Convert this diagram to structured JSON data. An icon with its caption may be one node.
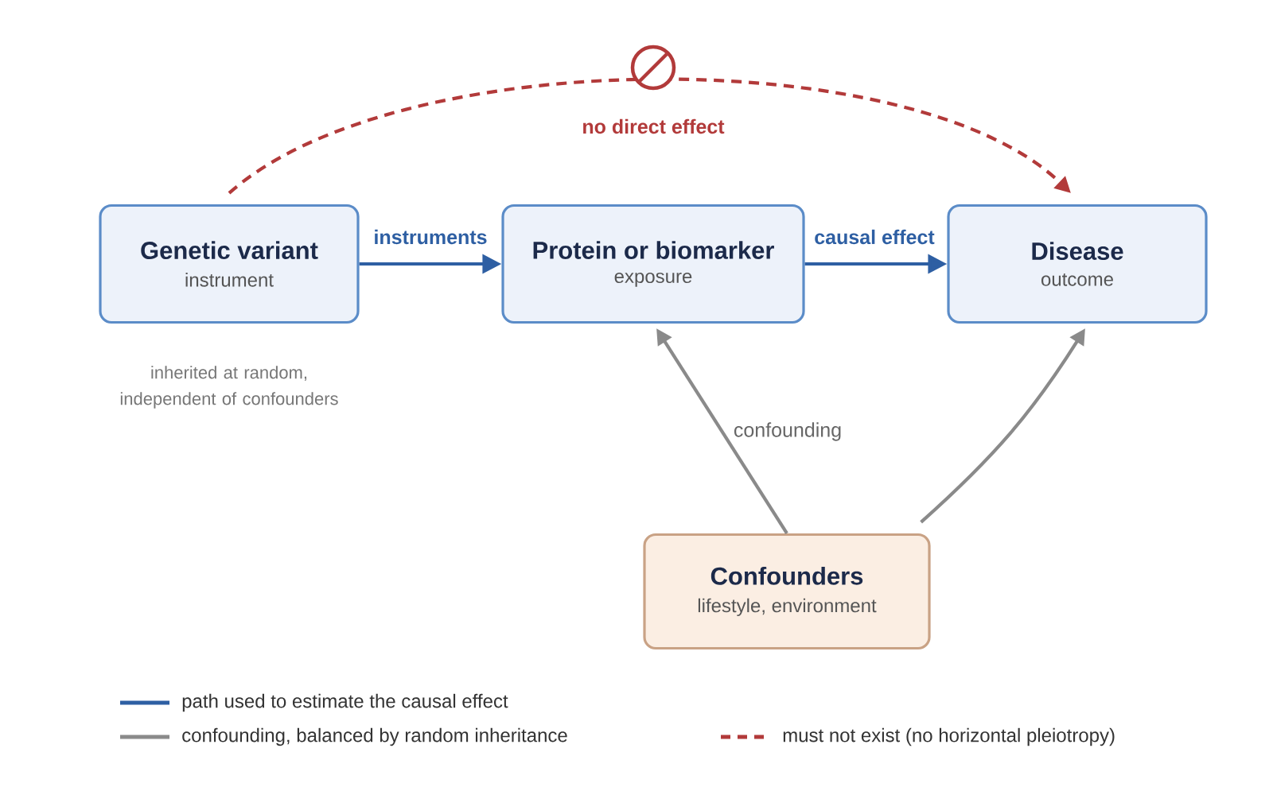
{
  "diagram": {
    "nodes": [
      {
        "text": [
          "Genetic variant",
          "instrument"
        ],
        "beside": [
          "inherited at random, independent of confounders"
        ]
      },
      {
        "text": [
          "Protein or biomarker",
          "exposure"
        ]
      },
      {
        "text": [
          "Disease",
          "outcome"
        ]
      },
      {
        "text": [
          "Confounders",
          "lifestyle, environment"
        ]
      }
    ],
    "edges": [
      {
        "from": 0,
        "to": 1,
        "arrow": "to",
        "label": "instruments",
        "color": "#2e5fa3"
      },
      {
        "from": 1,
        "to": 2,
        "arrow": "to",
        "label": "causal effect",
        "color": "#2e5fa3"
      },
      {
        "from": 0,
        "to": 2,
        "arrow": "to",
        "label": "no direct effect",
        "color": "#b23a3a",
        "style": "dashed"
      },
      {
        "from": 3,
        "to": 1,
        "arrow": "to",
        "label": "confounding",
        "color": "#8a8a8a"
      },
      {
        "from": 3,
        "to": 2,
        "arrow": "to",
        "color": "#8a8a8a"
      }
    ],
    "legend": [
      {
        "text": "path used to estimate the causal effect"
      },
      {
        "text": "confounding, balanced by random inheritance"
      },
      {
        "text": "must not exist (no horizontal pleiotropy)"
      }
    ]
  }
}
